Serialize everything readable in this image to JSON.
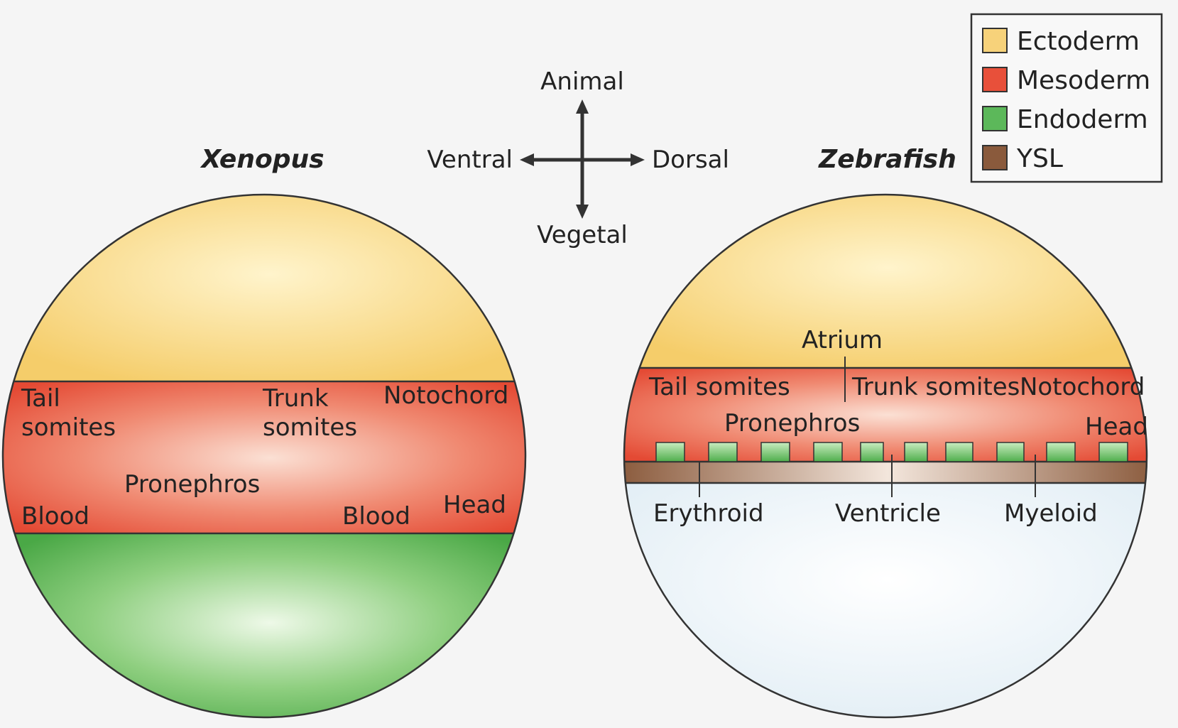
{
  "colors": {
    "ectoderm": "#f7d27a",
    "mesoderm": "#e8503a",
    "endoderm": "#5cb85a",
    "ysl": "#8a5a3c",
    "yolk": "#e6f0f6",
    "background": "#f5f5f5"
  },
  "legend": {
    "items": [
      {
        "label": "Ectoderm",
        "color": "#f7d27a"
      },
      {
        "label": "Mesoderm",
        "color": "#e8503a"
      },
      {
        "label": "Endoderm",
        "color": "#5cb85a"
      },
      {
        "label": "YSL",
        "color": "#8a5a3c"
      }
    ]
  },
  "axes": {
    "animal": "Animal",
    "vegetal": "Vegetal",
    "ventral": "Ventral",
    "dorsal": "Dorsal"
  },
  "xenopus": {
    "title": "Xenopus",
    "tail_somites_1": "Tail",
    "tail_somites_2": "somites",
    "trunk_somites_1": "Trunk",
    "trunk_somites_2": "somites",
    "notochord": "Notochord",
    "pronephros": "Pronephros",
    "blood_left": "Blood",
    "blood_right": "Blood",
    "head": "Head"
  },
  "zebrafish": {
    "title": "Zebrafish",
    "atrium": "Atrium",
    "tail_somites": "Tail somites",
    "trunk_somites": "Trunk somites",
    "notochord": "Notochord",
    "pronephros": "Pronephros",
    "head": "Head",
    "erythroid": "Erythroid",
    "ventricle": "Ventricle",
    "myeloid": "Myeloid"
  }
}
